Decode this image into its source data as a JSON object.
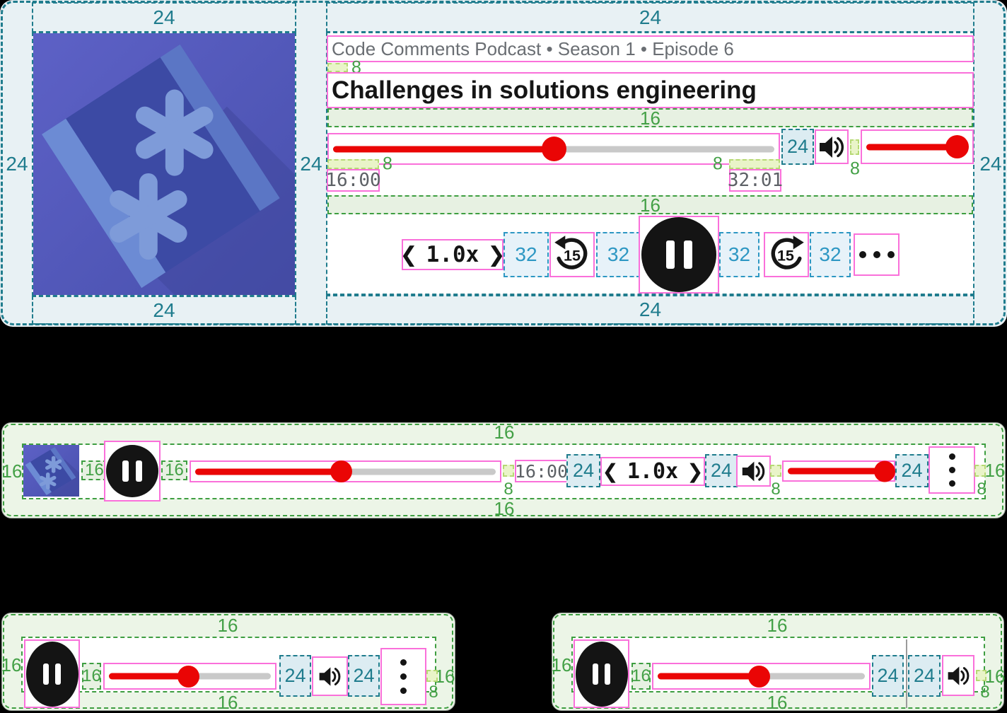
{
  "measure": {
    "px8": "8",
    "px16": "16",
    "px24": "24",
    "px32": "32"
  },
  "player": {
    "show_line": "Code Comments Podcast • Season 1 • Episode 6",
    "episode_title": "Challenges in solutions engineering",
    "elapsed": "16:00",
    "duration": "32:01",
    "speed_prev": "❮",
    "speed_value": "1.0x",
    "speed_next": "❯",
    "skip_back": "15",
    "skip_forward": "15"
  },
  "variants": {
    "large": {
      "progress_pct": 50,
      "volume_pct": 89
    },
    "compact": {
      "progress_pct": 48.5,
      "volume_pct": 95
    },
    "mini_left": {
      "progress_pct": 49
    },
    "mini_right": {
      "progress_pct": 49
    }
  },
  "colors": {
    "annotation_teal": "#1f7c8d",
    "annotation_green": "#3e9e41",
    "annotation_lime": "#b6d974",
    "annotation_blue": "#2d97c3",
    "annotation_pink": "#fa70da",
    "slider_red": "#ea0505",
    "track_gray": "#c9c9c9",
    "card_blue_bg": "#e8f1f4",
    "card_green_bg": "#ecf5e7",
    "text_dark": "#151515",
    "text_gray": "#6a6e73"
  }
}
